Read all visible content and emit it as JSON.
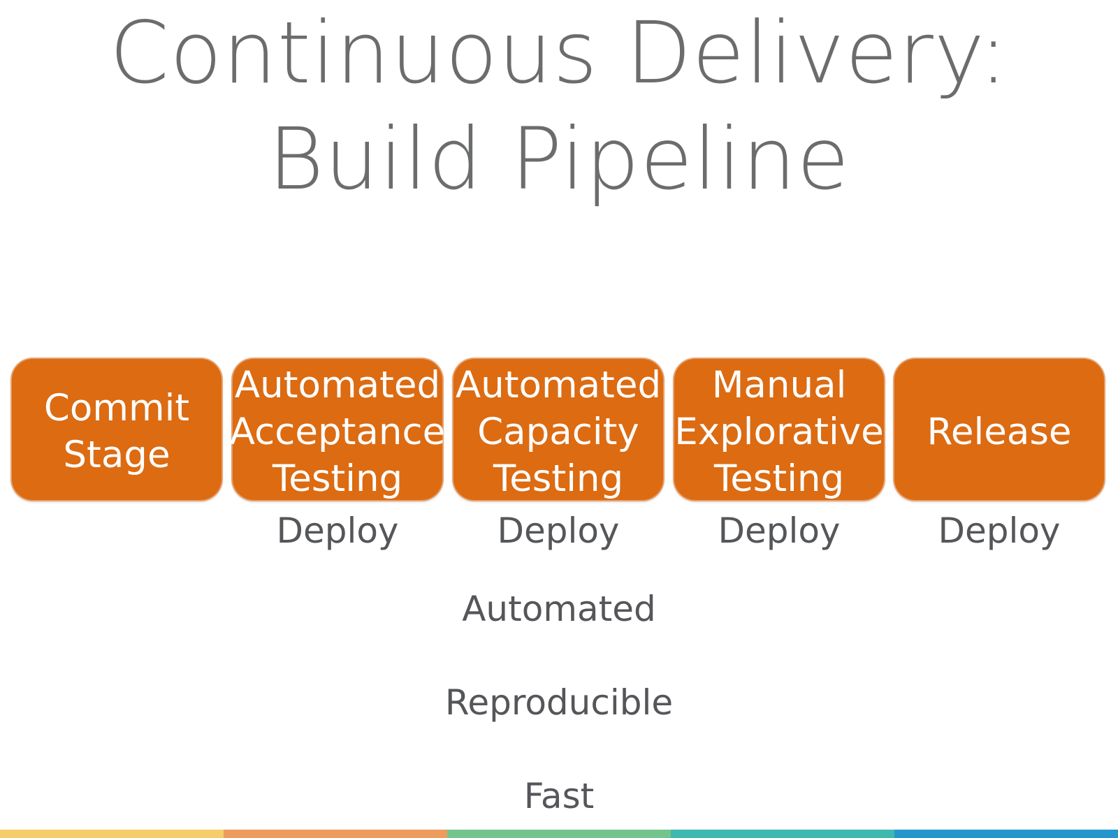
{
  "slide": {
    "title_line1": "Continuous Delivery:",
    "title_line2": "Build Pipeline"
  },
  "stages": [
    {
      "lines": [
        "Commit",
        "Stage"
      ],
      "deploy": ""
    },
    {
      "lines": [
        "Automated",
        "Acceptance",
        "Testing"
      ],
      "deploy": "Deploy"
    },
    {
      "lines": [
        "Automated",
        "Capacity",
        "Testing"
      ],
      "deploy": "Deploy"
    },
    {
      "lines": [
        "Manual",
        "Explorative",
        "Testing"
      ],
      "deploy": "Deploy"
    },
    {
      "lines": [
        "Release"
      ],
      "deploy": "Deploy"
    }
  ],
  "properties": [
    "Automated",
    "Reproducible",
    "Fast"
  ],
  "colors": {
    "stage_fill": "#dc6b12",
    "footer": [
      "#f5cd6b",
      "#ee9c5e",
      "#74c58d",
      "#3fb8b0",
      "#2596cd"
    ]
  }
}
